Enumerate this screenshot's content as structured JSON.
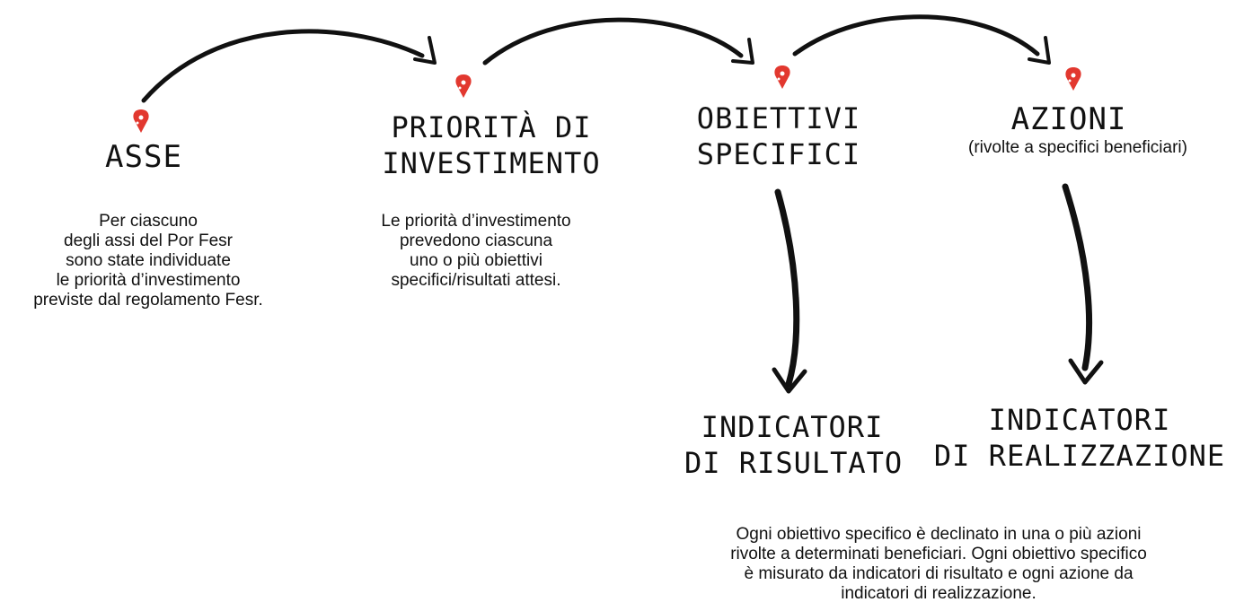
{
  "colors": {
    "accent": "#e2382f",
    "ink": "#111111"
  },
  "nodes": {
    "asse": {
      "lines": [
        "ASSE"
      ]
    },
    "priorita": {
      "lines": [
        "PRIORITÀ DI",
        "INVESTIMENTO"
      ]
    },
    "obiettivi": {
      "lines": [
        "OBIETTIVI",
        "SPECIFICI"
      ]
    },
    "azioni": {
      "lines": [
        "AZIONI"
      ],
      "subtitle": "(rivolte a specifici beneficiari)"
    },
    "indicatori_risultato": {
      "lines": [
        "INDICATORI",
        "DI RISULTATO"
      ]
    },
    "indicatori_realizzazione": {
      "lines": [
        "INDICATORI",
        "DI REALIZZAZIONE"
      ]
    }
  },
  "notes": {
    "asse": [
      "Per ciascuno",
      "degli assi del Por Fesr",
      "sono state individuate",
      "le priorità d’investimento",
      "previste dal regolamento Fesr."
    ],
    "priorita": [
      "Le priorità d’investimento",
      "prevedono ciascuna",
      "uno o più obiettivi",
      "specifici/risultati attesi."
    ],
    "bottom": [
      "Ogni obiettivo specifico è declinato in una o più azioni",
      "rivolte a determinati beneficiari. Ogni obiettivo specifico",
      "è misurato da indicatori di risultato e ogni azione da",
      "indicatori di realizzazione."
    ]
  },
  "icons": {
    "pin": "map-pin-icon",
    "arrow": "hand-drawn-arrow-icon"
  }
}
